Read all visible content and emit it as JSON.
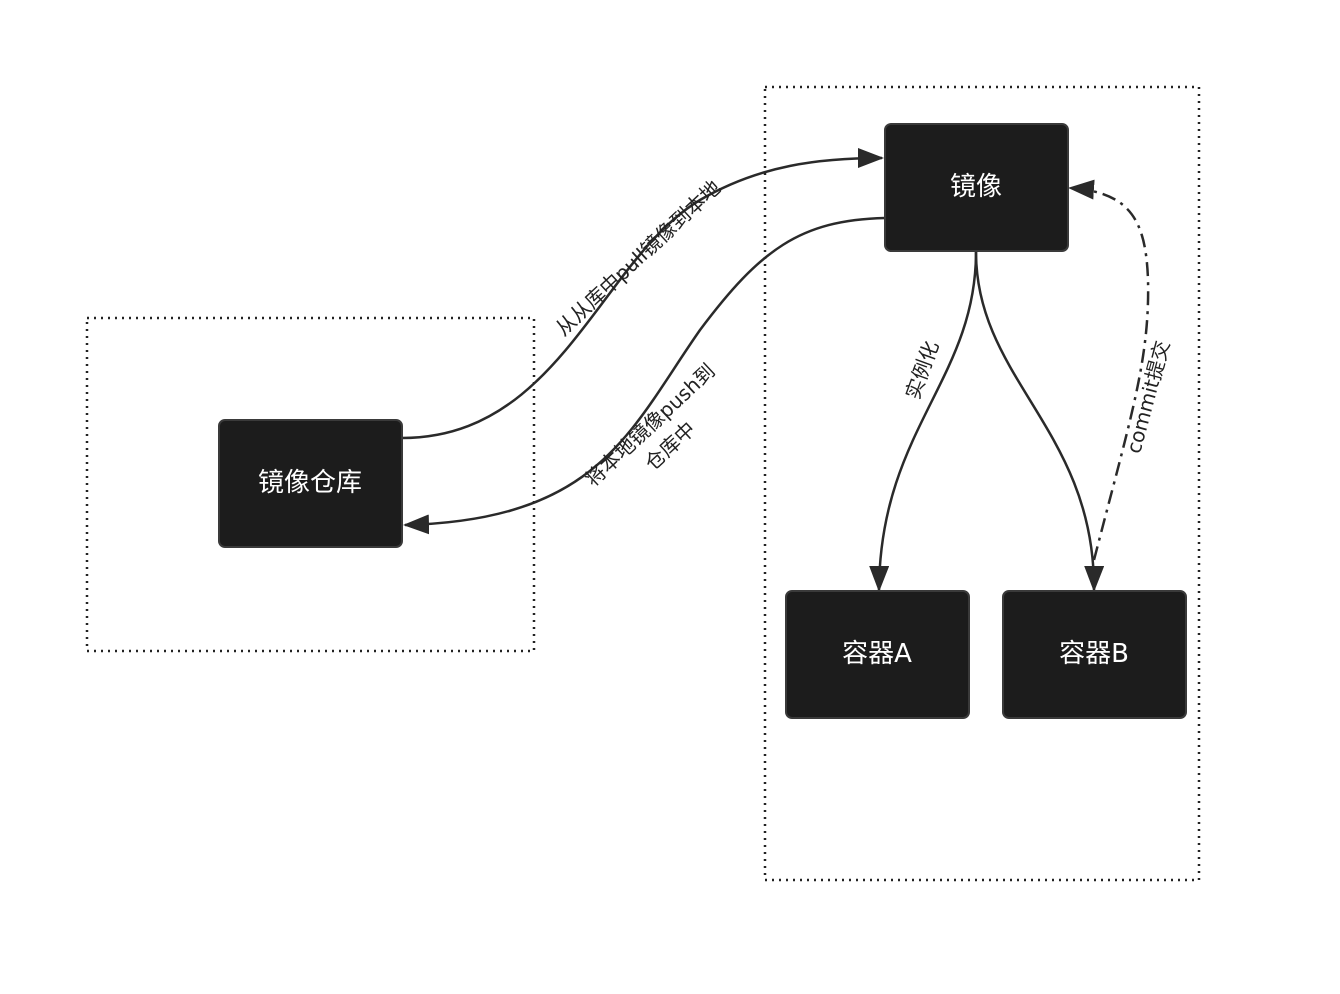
{
  "diagram": {
    "nodes": {
      "registry": "镜像仓库",
      "image": "镜像",
      "container_a": "容器A",
      "container_b": "容器B"
    },
    "edges": {
      "pull": "从从库中pull镜像到本地",
      "push_line1": "将本地镜像push到",
      "push_line2": "仓库中",
      "instantiate": "实例化",
      "commit": "commit提交"
    },
    "colors": {
      "node_fill": "#1c1c1c",
      "node_text": "#ffffff",
      "line": "#2a2a2a",
      "background": "#ffffff"
    }
  }
}
